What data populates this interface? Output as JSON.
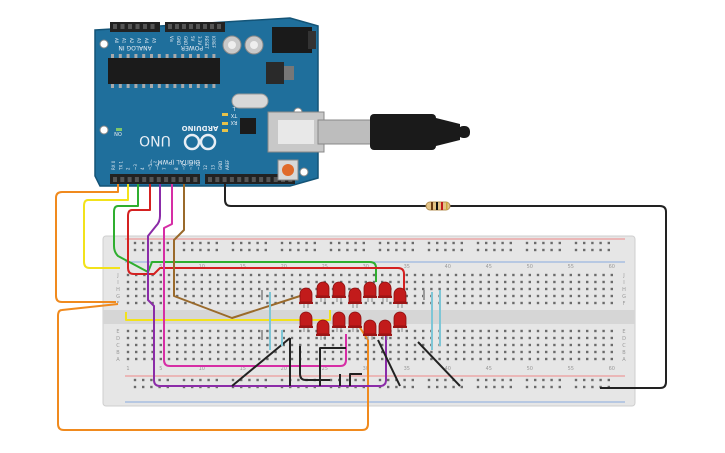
{
  "board": {
    "brand": "ARDUINO",
    "model": "UNO",
    "on_label": "ON",
    "digital_label": "DIGITAL (PWM~)",
    "analog_label": "ANALOG IN",
    "power_label": "POWER",
    "tx_label": "TX",
    "rx_label": "RX",
    "l_label": "L",
    "aref_label": "AREF",
    "gnd_label": "GND",
    "ioref_label": "IOREF",
    "reset_label": "RESET",
    "v33_label": "3.3V",
    "v5_label": "5V",
    "vin_label": "Vin",
    "a_pins": [
      "A0",
      "A1",
      "A2",
      "A3",
      "A4",
      "A5"
    ],
    "d_pins_hi": [
      "13",
      "12",
      "~11",
      "~10",
      "~9",
      "8"
    ],
    "d_pins_lo": [
      "7",
      "~6",
      "~5",
      "4",
      "~3",
      "2",
      "TX 1",
      "RX 0"
    ]
  },
  "breadboard": {
    "col_numbers": [
      "1",
      "5",
      "10",
      "15",
      "20",
      "25",
      "30",
      "35",
      "40",
      "45",
      "50",
      "55",
      "60"
    ],
    "rows_top": [
      "J",
      "I",
      "H",
      "G",
      "F"
    ],
    "rows_bottom": [
      "E",
      "D",
      "C",
      "B",
      "A"
    ]
  },
  "colors": {
    "board": "#1f6f9c",
    "board_dark": "#174f72",
    "breadboard": "#e3e3e3",
    "led": "#c21b1b",
    "wire_orange": "#f08a1e",
    "wire_yellow": "#f2e21b",
    "wire_green": "#2fae2f",
    "wire_red": "#d42121",
    "wire_purple": "#8b2ca8",
    "wire_magenta": "#d62ea5",
    "wire_brown": "#9a6a2b",
    "wire_black": "#222222",
    "wire_blue": "#7ec6d6",
    "wire_gray": "#9a9a9a"
  }
}
